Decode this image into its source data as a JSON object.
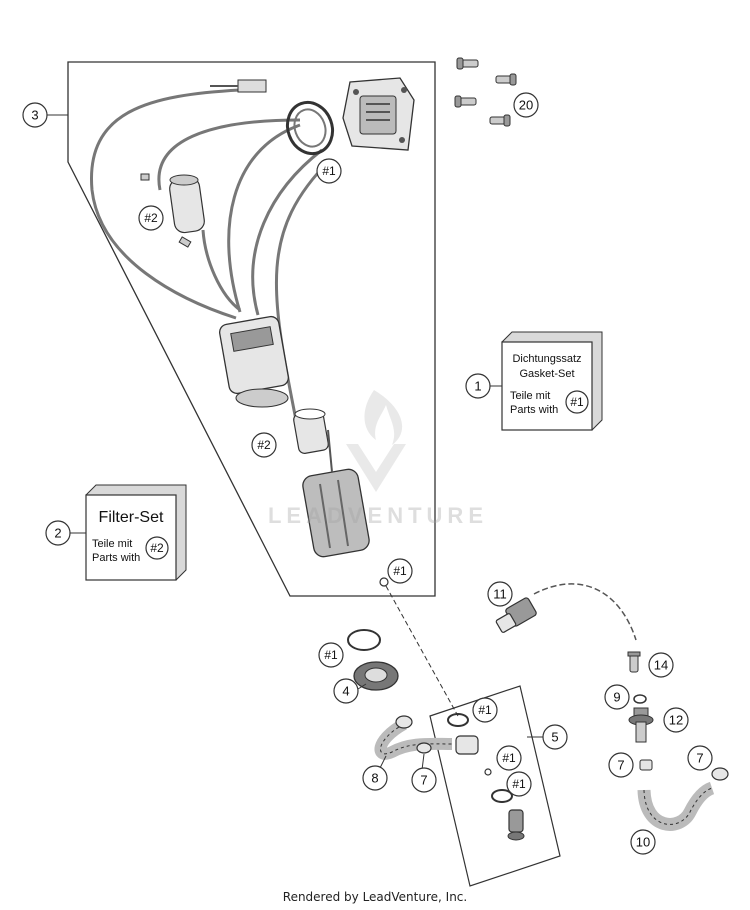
{
  "watermark": {
    "text": "LEADVENTURE",
    "color": "#bdbdbd"
  },
  "footer": {
    "text": "Rendered by LeadVenture, Inc."
  },
  "callouts": {
    "c1": "1",
    "c2": "2",
    "c3": "3",
    "c4": "4",
    "c5": "5",
    "c7a": "7",
    "c7b": "7",
    "c7c": "7",
    "c8": "8",
    "c9": "9",
    "c10": "10",
    "c11": "11",
    "c12": "12",
    "c14": "14",
    "c20": "20"
  },
  "refs": {
    "r1_top": "#1",
    "r2_left": "#2",
    "r2_mid": "#2",
    "r1_oring": "#1",
    "r1_washer": "#1",
    "r1_plate_a": "#1",
    "r1_plate_b": "#1",
    "r1_plate_c": "#1",
    "r1_box": "#1",
    "r2_box": "#2"
  },
  "kits": {
    "gasket": {
      "line1": "Dichtungssatz",
      "line2": "Gasket-Set",
      "line3": "Teile mit",
      "line4": "Parts with"
    },
    "filter": {
      "title": "Filter-Set",
      "line1": "Teile mit",
      "line2": "Parts with"
    }
  },
  "colors": {
    "line": "#333333",
    "part_fill": "#e6e6e6",
    "part_dark": "#555555"
  }
}
